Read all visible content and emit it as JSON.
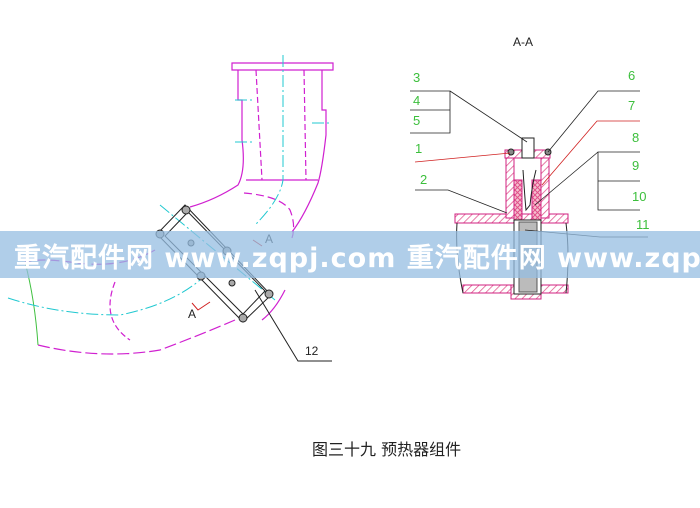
{
  "section_title": "A-A",
  "section_marker": "A",
  "left_labels": [
    "12"
  ],
  "right_labels_left": [
    "3",
    "4",
    "5",
    "1",
    "2"
  ],
  "right_labels_right": [
    "6",
    "7",
    "8",
    "9",
    "10",
    "11"
  ],
  "caption": "图三十九  预热器组件",
  "watermark": "重汽配件网  www.zqpj.com  重汽配件网  www.zqpj.com  重",
  "colors": {
    "outline": "#d020d0",
    "centerline": "#20c8d0",
    "label": "#3cbf3c",
    "hatch": "#e0508a",
    "watermark_band": "#96bee1"
  }
}
